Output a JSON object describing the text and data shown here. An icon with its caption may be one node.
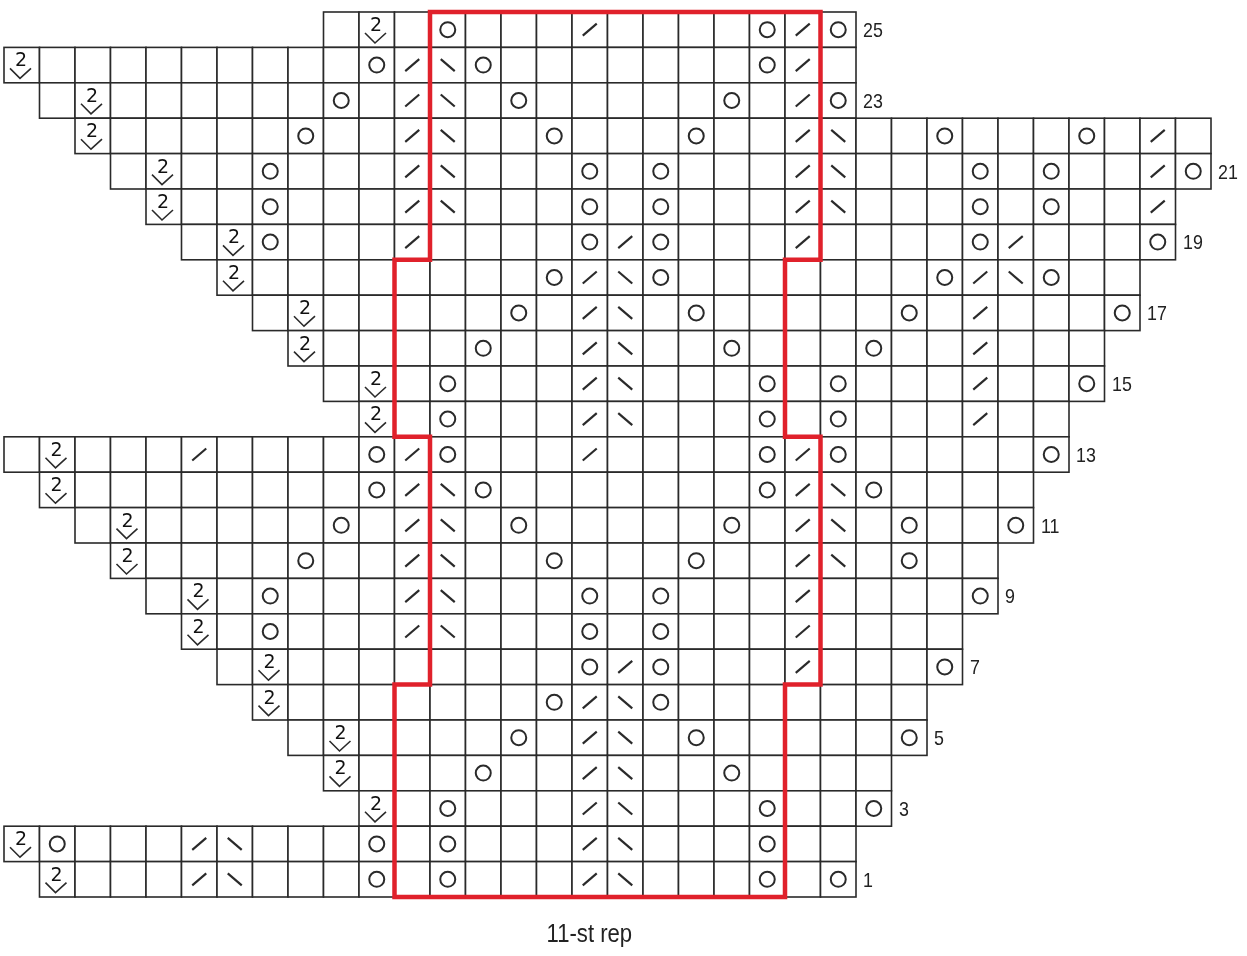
{
  "diagram": {
    "labels": [
      "2",
      "25",
      "2",
      "2",
      "23",
      "2",
      "2",
      "21",
      "2",
      "2",
      "19",
      "2",
      "2",
      "17",
      "2",
      "2",
      "15",
      "2",
      "2",
      "13",
      "2",
      "2",
      "11",
      "2",
      "2",
      "9",
      "2",
      "2",
      "7",
      "2",
      "2",
      "5",
      "2",
      "2",
      "3",
      "2",
      "2",
      "1",
      "11-st rep"
    ]
  }
}
